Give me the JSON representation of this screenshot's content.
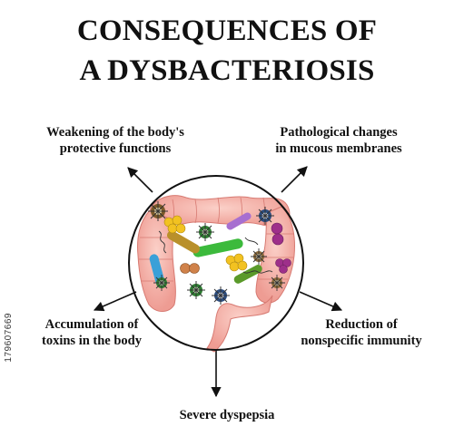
{
  "title": {
    "line1": "CONSEQUENCES OF",
    "line2": "A DYSBACTERIOSIS"
  },
  "consequences": {
    "top_left": {
      "line1": "Weakening of the body's",
      "line2": "protective functions"
    },
    "top_right": {
      "line1": "Pathological changes",
      "line2": "in mucous membranes"
    },
    "mid_left": {
      "line1": "Accumulation of",
      "line2": "toxins in the body"
    },
    "mid_right": {
      "line1": "Reduction of",
      "line2": "nonspecific immunity"
    },
    "bottom": {
      "line1": "Severe dyspepsia"
    }
  },
  "watermark": "179607669",
  "colors": {
    "intestine": "#f2a9a0",
    "intestine_edge": "#d77a72",
    "arrow": "#111111",
    "circle": "#111111"
  },
  "icons": [
    "intestine-icon",
    "bacteria-cluster-icon",
    "virus-icon"
  ]
}
